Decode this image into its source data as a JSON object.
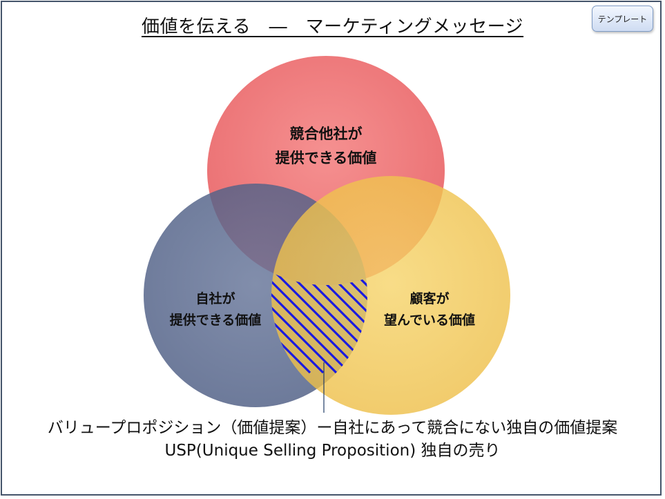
{
  "title": "価値を伝える　―　マーケティングメッセージ",
  "template_button": "テンプレート",
  "circles": {
    "competitor": {
      "line1": "競合他社が",
      "line2": "提供できる価値",
      "color": "#ef6b6b"
    },
    "self": {
      "line1": "自社が",
      "line2": "提供できる価値",
      "color": "#4c5d87"
    },
    "customer": {
      "line1": "顧客が",
      "line2": "望んでいる価値",
      "color": "#efc44f"
    }
  },
  "hatch_color": "#1a1ae0",
  "caption": {
    "line1": "バリュープロポジション（価値提案）ー自社にあって競合にない独自の価値提案",
    "line2": "USP(Unique Selling Proposition) 独自の売り"
  }
}
